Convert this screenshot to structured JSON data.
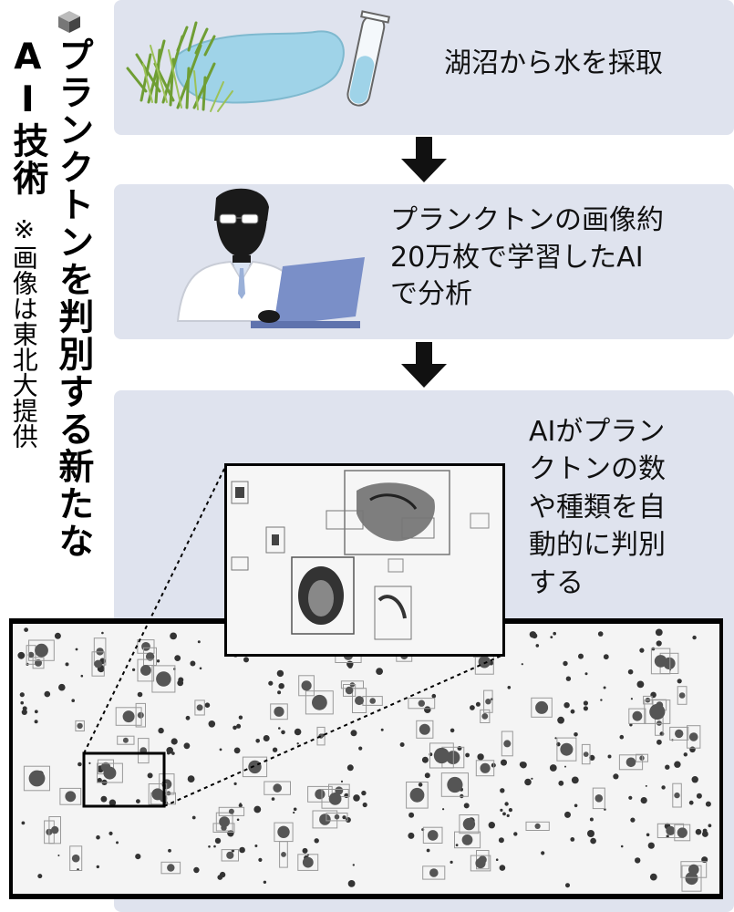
{
  "title": {
    "line1": "プランクトンを判別する新たな",
    "line2": "AI技術",
    "credit": "※画像は東北大提供"
  },
  "steps": [
    {
      "text": "湖沼から水を採取",
      "icon": "lake-and-test-tube-icon"
    },
    {
      "text": "プランクトンの画像約\n20万枚で学習したAI\nで分析",
      "icon": "researcher-with-laptop-icon"
    },
    {
      "text": "AIがプラン\nクトンの数\nや種類を自\n動的に判別\nする",
      "icon": "plankton-detection-image"
    }
  ],
  "colors": {
    "panel": "#dfe3ee",
    "water": "#9fd3e8",
    "grass": "#7fae3a",
    "laptop": "#7a8fc8",
    "arrow": "#111111"
  }
}
